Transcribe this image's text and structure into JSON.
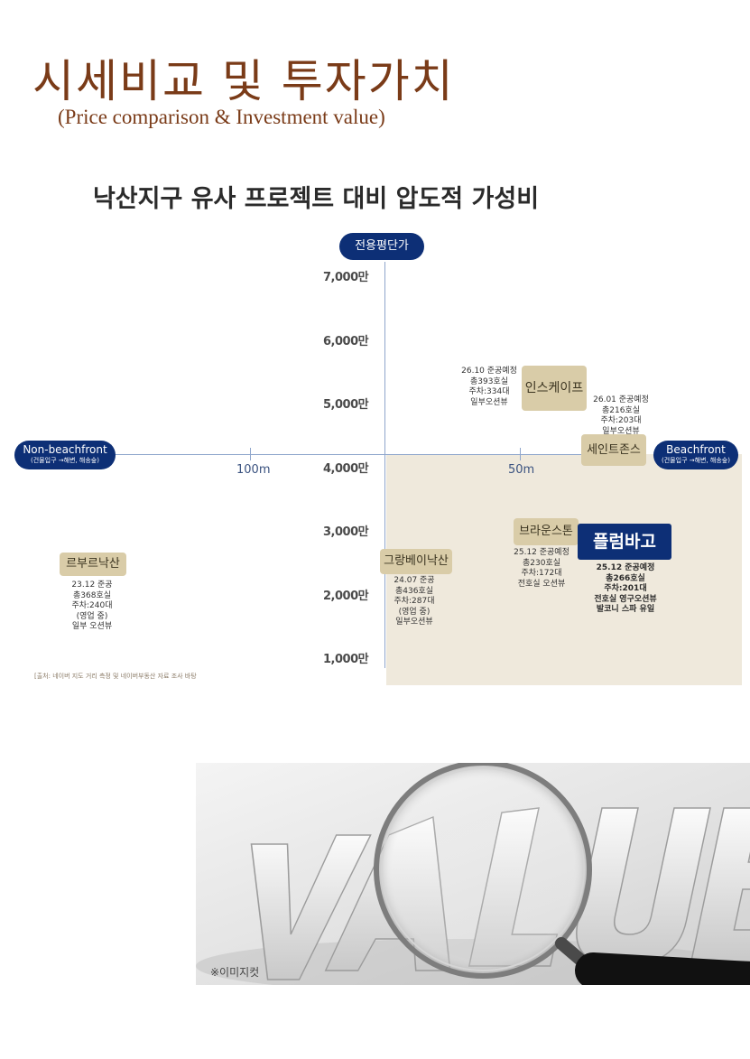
{
  "title_ko": "시세비교 및 투자가치",
  "title_en": "(Price comparison & Investment value)",
  "subtitle": "낙산지구 유사 프로젝트 대비 압도적 가성비",
  "chart": {
    "y_axis_label": "전용평단가",
    "y_ticks": [
      "7,000만",
      "6,000만",
      "5,000만",
      "4,000만",
      "3,000만",
      "2,000만",
      "1,000만"
    ],
    "x_ticks": [
      "100m",
      "50m"
    ],
    "left_label": {
      "title": "Non-beachfront",
      "sub": "(건물입구 →해변, 해송숲)"
    },
    "right_label": {
      "title": "Beachfront",
      "sub": "(건물입구 →해변, 해송숲)"
    },
    "projects": {
      "inscape": {
        "name": "인스케이프",
        "info": [
          "26.10 준공예정",
          "총393호실",
          "주차:334대",
          "일부오션뷰"
        ]
      },
      "saint": {
        "name": "세인트존스",
        "info": [
          "26.01 준공예정",
          "총216호실",
          "주차:203대",
          "일부오션뷰"
        ]
      },
      "brown": {
        "name": "브라운스톤",
        "info": [
          "25.12 준공예정",
          "총230호실",
          "주차:172대",
          "전호실 오션뷰"
        ]
      },
      "plum": {
        "name": "플럼바고",
        "info": [
          "25.12 준공예정",
          "총266호실",
          "주차:201대",
          "전호실 영구오션뷰",
          "발코니 스파 유일"
        ]
      },
      "grand": {
        "name": "그랑베이낙산",
        "info": [
          "24.07 준공",
          "총436호실",
          "주차:287대",
          "(영업 중)",
          "일부오션뷰"
        ]
      },
      "lebeur": {
        "name": "르부르낙산",
        "info": [
          "23.12 준공",
          "총368호실",
          "주차:240대",
          "(영업 중)",
          "일부 오션뷰"
        ]
      }
    },
    "source_note": "[출처: 네이버 지도 거리 측정 및 네이버부동산 자료 조사 바탕"
  },
  "image": {
    "word": "VALUE",
    "caption": "※이미지컷"
  },
  "colors": {
    "title": "#7a3b18",
    "navy": "#0d2f76",
    "tag": "#d9cca8",
    "shade": "#efe9dc",
    "axis": "#8fa6cc"
  },
  "chart_data": {
    "type": "scatter",
    "title": "낙산지구 유사 프로젝트 대비 압도적 가성비",
    "ylabel": "전용평단가",
    "xlabel": "",
    "ylim": [
      1000,
      7000
    ],
    "y_unit": "만",
    "x_ticks": [
      "100m",
      "50m"
    ],
    "points": [
      {
        "name": "인스케이프",
        "y": 5050
      },
      {
        "name": "세인트존스",
        "y": 4250
      },
      {
        "name": "브라운스톤",
        "y": 3000
      },
      {
        "name": "플럼바고",
        "y": 2850
      },
      {
        "name": "그랑베이낙산",
        "y": 2500
      },
      {
        "name": "르부르낙산",
        "y": 2500
      }
    ]
  }
}
